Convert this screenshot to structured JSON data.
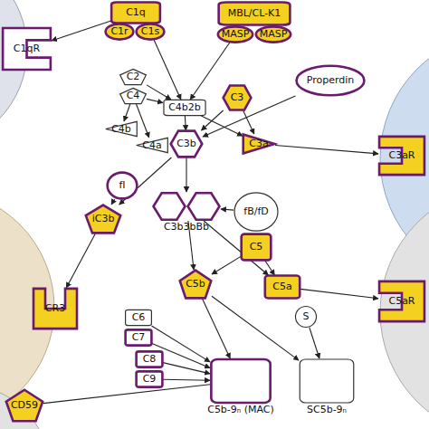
{
  "diagram": {
    "nodes": [
      {
        "text": [
          "C1qR"
        ]
      },
      {
        "text": [
          "C1q"
        ]
      },
      {
        "text": [
          "C1r"
        ]
      },
      {
        "text": [
          "C1s"
        ]
      },
      {
        "text": [
          "MBL/CL-K1"
        ]
      },
      {
        "text": [
          "MASP"
        ]
      },
      {
        "text": [
          "MASP"
        ]
      },
      {
        "text": [
          "Properdin"
        ]
      },
      {
        "text": [
          "C2"
        ]
      },
      {
        "text": [
          "C4"
        ]
      },
      {
        "text": [
          "C4b2b"
        ]
      },
      {
        "text": [
          "C3"
        ]
      },
      {
        "text": [
          "C4b"
        ]
      },
      {
        "text": [
          "C4a"
        ]
      },
      {
        "text": [
          "C3b"
        ]
      },
      {
        "text": [
          "C3a"
        ]
      },
      {
        "text": [
          "C3aR"
        ]
      },
      {
        "text": [
          "fI"
        ]
      },
      {
        "text": [
          "iC3b"
        ]
      },
      {
        "text": [
          "C3b3bBb"
        ]
      },
      {
        "text": [
          "fB/fD"
        ]
      },
      {
        "text": [
          "C5"
        ]
      },
      {
        "text": [
          "C5b"
        ]
      },
      {
        "text": [
          "C5a"
        ]
      },
      {
        "text": [
          "C5aR"
        ]
      },
      {
        "text": [
          "CR3"
        ]
      },
      {
        "text": [
          "C6"
        ]
      },
      {
        "text": [
          "C7"
        ]
      },
      {
        "text": [
          "C8"
        ]
      },
      {
        "text": [
          "C9"
        ]
      },
      {
        "text": [
          "S"
        ]
      },
      {
        "text": [
          "C5b-9ₙ (MAC)"
        ]
      },
      {
        "text": [
          "SC5b-9ₙ"
        ]
      },
      {
        "text": [
          "CD59"
        ]
      }
    ],
    "edges": [
      {
        "from": 1,
        "to": 0,
        "arrow": "to"
      },
      {
        "from": 3,
        "to": 10,
        "arrow": "to"
      },
      {
        "from": 5,
        "to": 10,
        "arrow": "to"
      },
      {
        "from": 8,
        "to": 10,
        "arrow": "to"
      },
      {
        "from": 9,
        "to": 10,
        "arrow": "to"
      },
      {
        "from": 9,
        "to": 12,
        "arrow": "to"
      },
      {
        "from": 9,
        "to": 13,
        "arrow": "to"
      },
      {
        "from": 10,
        "to": 14,
        "arrow": "to"
      },
      {
        "from": 10,
        "to": 15,
        "arrow": "to"
      },
      {
        "from": 11,
        "to": 14,
        "arrow": "to"
      },
      {
        "from": 11,
        "to": 15,
        "arrow": "to"
      },
      {
        "from": 7,
        "to": 14,
        "arrow": "to"
      },
      {
        "from": 15,
        "to": 16,
        "arrow": "to"
      },
      {
        "from": 14,
        "to": 18,
        "arrow": "to"
      },
      {
        "from": 17,
        "to": 18,
        "arrow": "to"
      },
      {
        "from": 14,
        "to": 19,
        "arrow": "to"
      },
      {
        "from": 20,
        "to": 19,
        "arrow": "to"
      },
      {
        "from": 18,
        "to": 25,
        "arrow": "to"
      },
      {
        "from": 19,
        "to": 22,
        "arrow": "to"
      },
      {
        "from": 19,
        "to": 23,
        "arrow": "to"
      },
      {
        "from": 21,
        "to": 22,
        "arrow": "to"
      },
      {
        "from": 21,
        "to": 23,
        "arrow": "to"
      },
      {
        "from": 23,
        "to": 24,
        "arrow": "to"
      },
      {
        "from": 22,
        "to": 31,
        "arrow": "to"
      },
      {
        "from": 26,
        "to": 31,
        "arrow": "to"
      },
      {
        "from": 27,
        "to": 31,
        "arrow": "to"
      },
      {
        "from": 28,
        "to": 31,
        "arrow": "to"
      },
      {
        "from": 29,
        "to": 31,
        "arrow": "to"
      },
      {
        "from": 22,
        "to": 32,
        "arrow": "to"
      },
      {
        "from": 30,
        "to": 32,
        "arrow": "to"
      },
      {
        "from": 33,
        "to": 31,
        "arrow": "none"
      }
    ]
  }
}
